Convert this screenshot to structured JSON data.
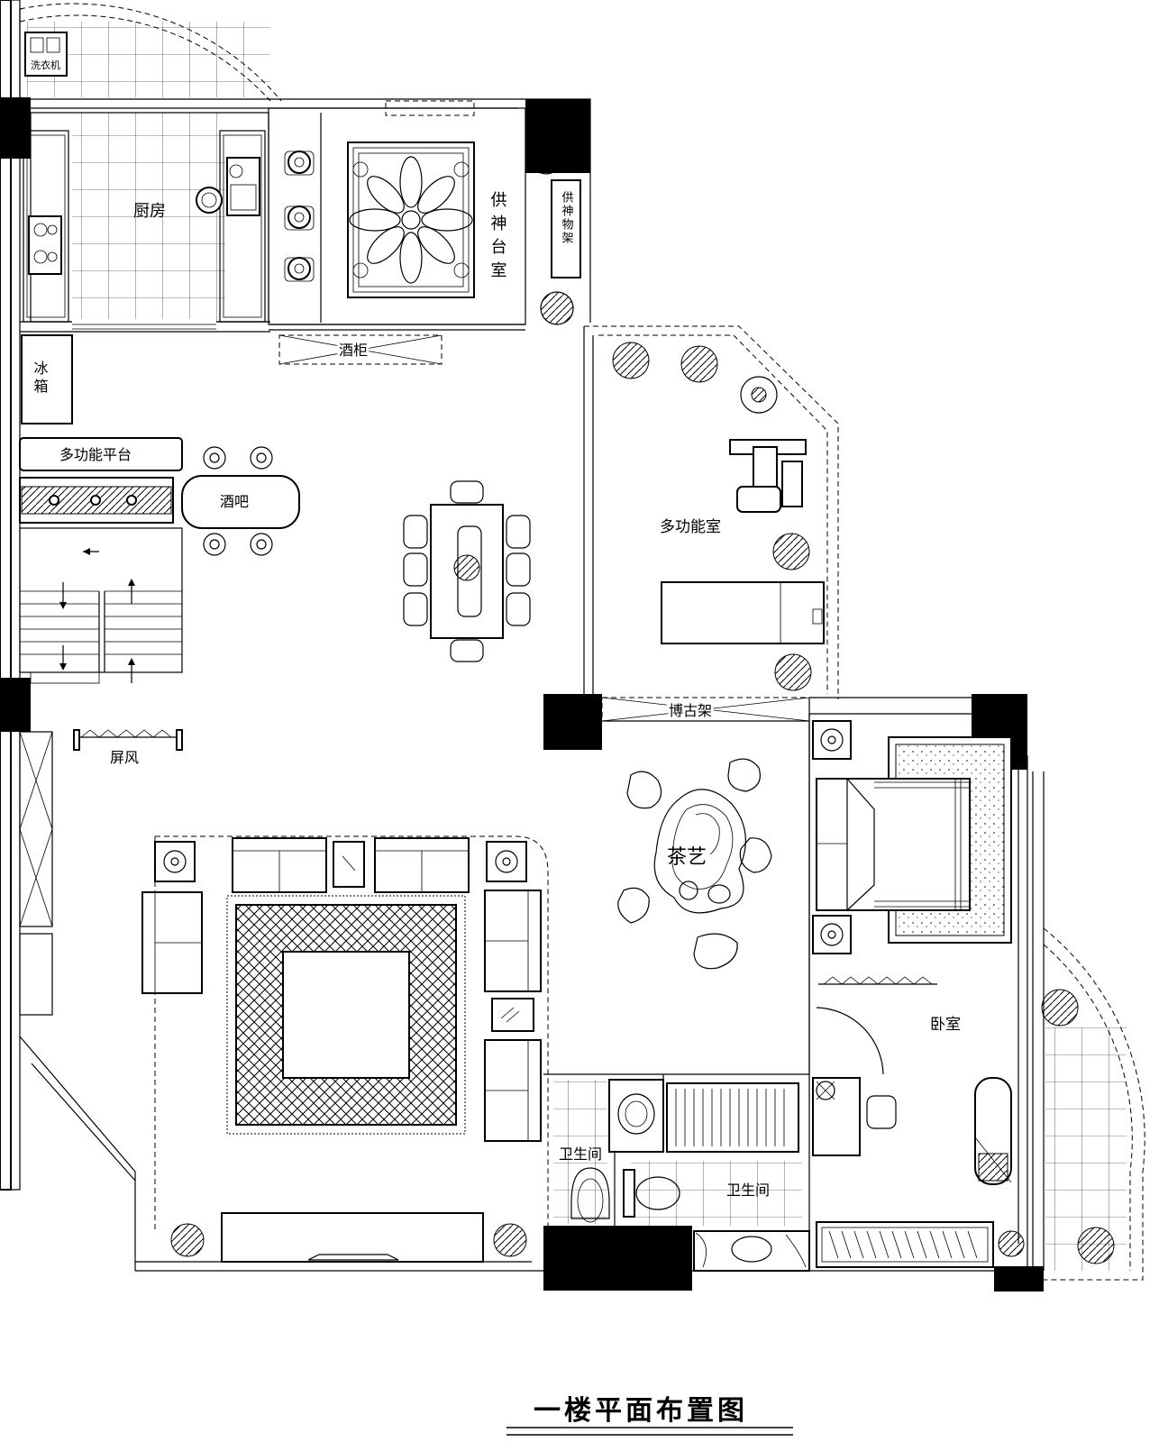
{
  "title": "一楼平面布置图",
  "rooms": {
    "laundry": "洗衣机",
    "kitchen": "厨房",
    "shrine_room": "供神台室",
    "shrine_shelf": "供神物架",
    "wine_cabinet": "酒柜",
    "fridge": "冰箱",
    "multi_platform": "多功能平台",
    "bar": "酒吧",
    "multi_room": "多功能室",
    "screen": "屏风",
    "curio_shelf": "博古架",
    "tea_art": "茶艺",
    "bedroom": "卧室",
    "bath_left": "卫生间",
    "bath_right": "卫生间"
  },
  "colors": {
    "line": "#000000",
    "background": "#ffffff",
    "column": "#000000"
  }
}
